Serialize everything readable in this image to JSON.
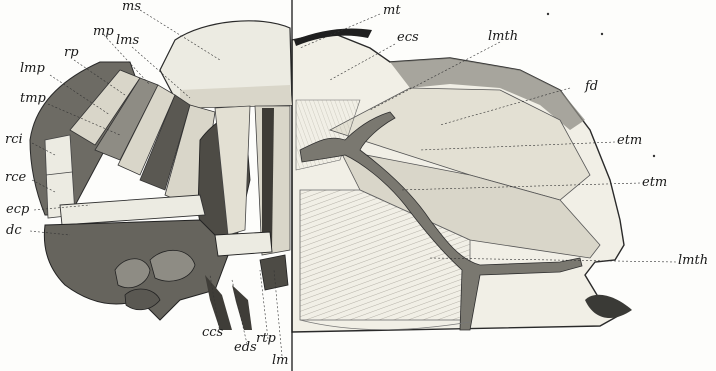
{
  "labels": {
    "ms": "ms",
    "mt": "mt",
    "mp": "mp",
    "lms": "lms",
    "rp": "rp",
    "ecs_top": "ecs",
    "lmth_top": "lmth",
    "lmp": "lmp",
    "fd": "fd",
    "tmp": "tmp",
    "etm_upper": "etm",
    "rci": "rci",
    "etm_lower": "etm",
    "rce": "rce",
    "ecp": "ecp",
    "dc": "dc",
    "lmth_right": "lmth",
    "ccs": "ccs",
    "eds": "eds",
    "rtp": "rtp",
    "lm": "lm"
  },
  "colors": {
    "ink": "#1a1a1a",
    "dark_muscle": "#5a5852",
    "mid_muscle": "#8e8c84",
    "light_muscle": "#d9d6c9",
    "pale": "#ecebe2"
  }
}
